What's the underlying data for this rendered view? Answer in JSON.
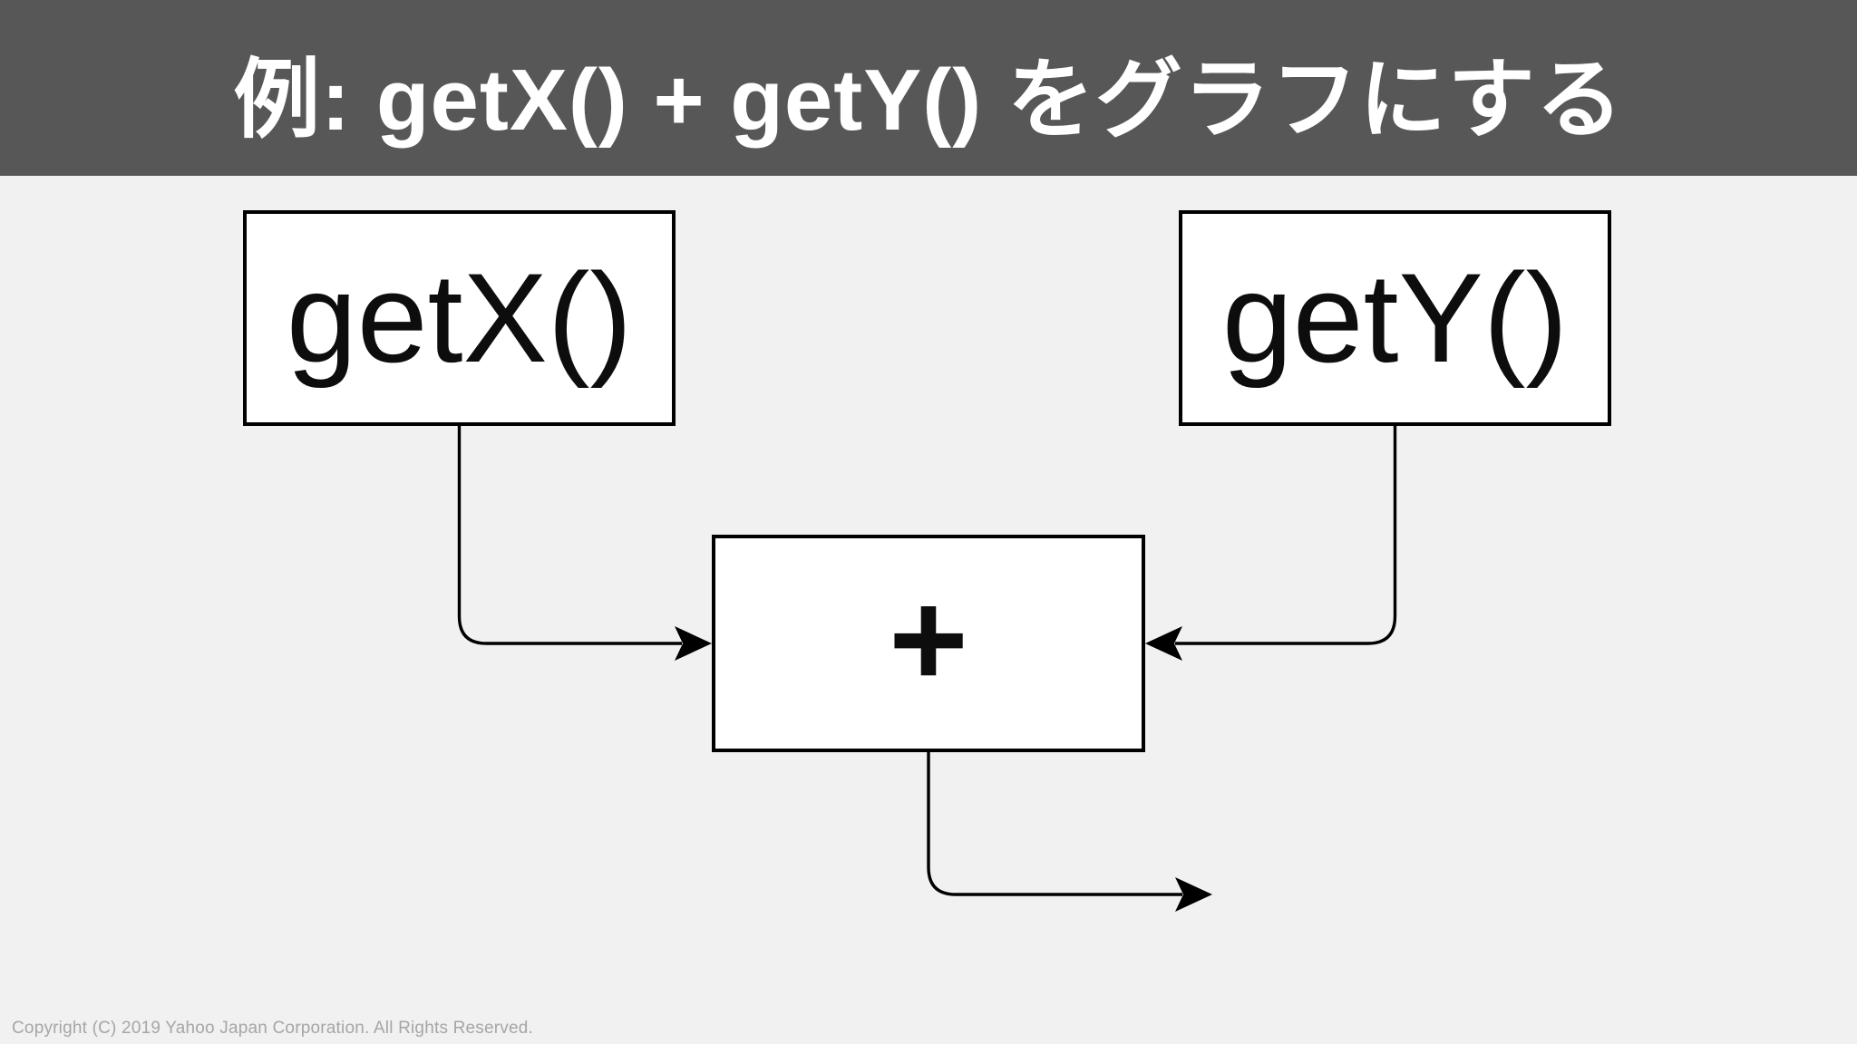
{
  "slide": {
    "title": "例: getX() + getY() をグラフにする",
    "footer": "Copyright (C) 2019 Yahoo Japan Corporation. All Rights Reserved."
  },
  "colors": {
    "header_bg": "#575757",
    "header_text": "#ffffff",
    "slide_bg": "#f1f1f1",
    "node_fill": "#ffffff",
    "node_border": "#000000",
    "edge": "#000000",
    "footer_text": "#a6a6a6"
  },
  "diagram": {
    "type": "dataflow-graph",
    "nodes": [
      {
        "id": "getX",
        "label": "getX()"
      },
      {
        "id": "getY",
        "label": "getY()"
      },
      {
        "id": "plus",
        "label": "+"
      }
    ],
    "edges": [
      {
        "from": "getX",
        "to": "plus"
      },
      {
        "from": "getY",
        "to": "plus"
      },
      {
        "from": "plus",
        "to": "output"
      }
    ]
  }
}
